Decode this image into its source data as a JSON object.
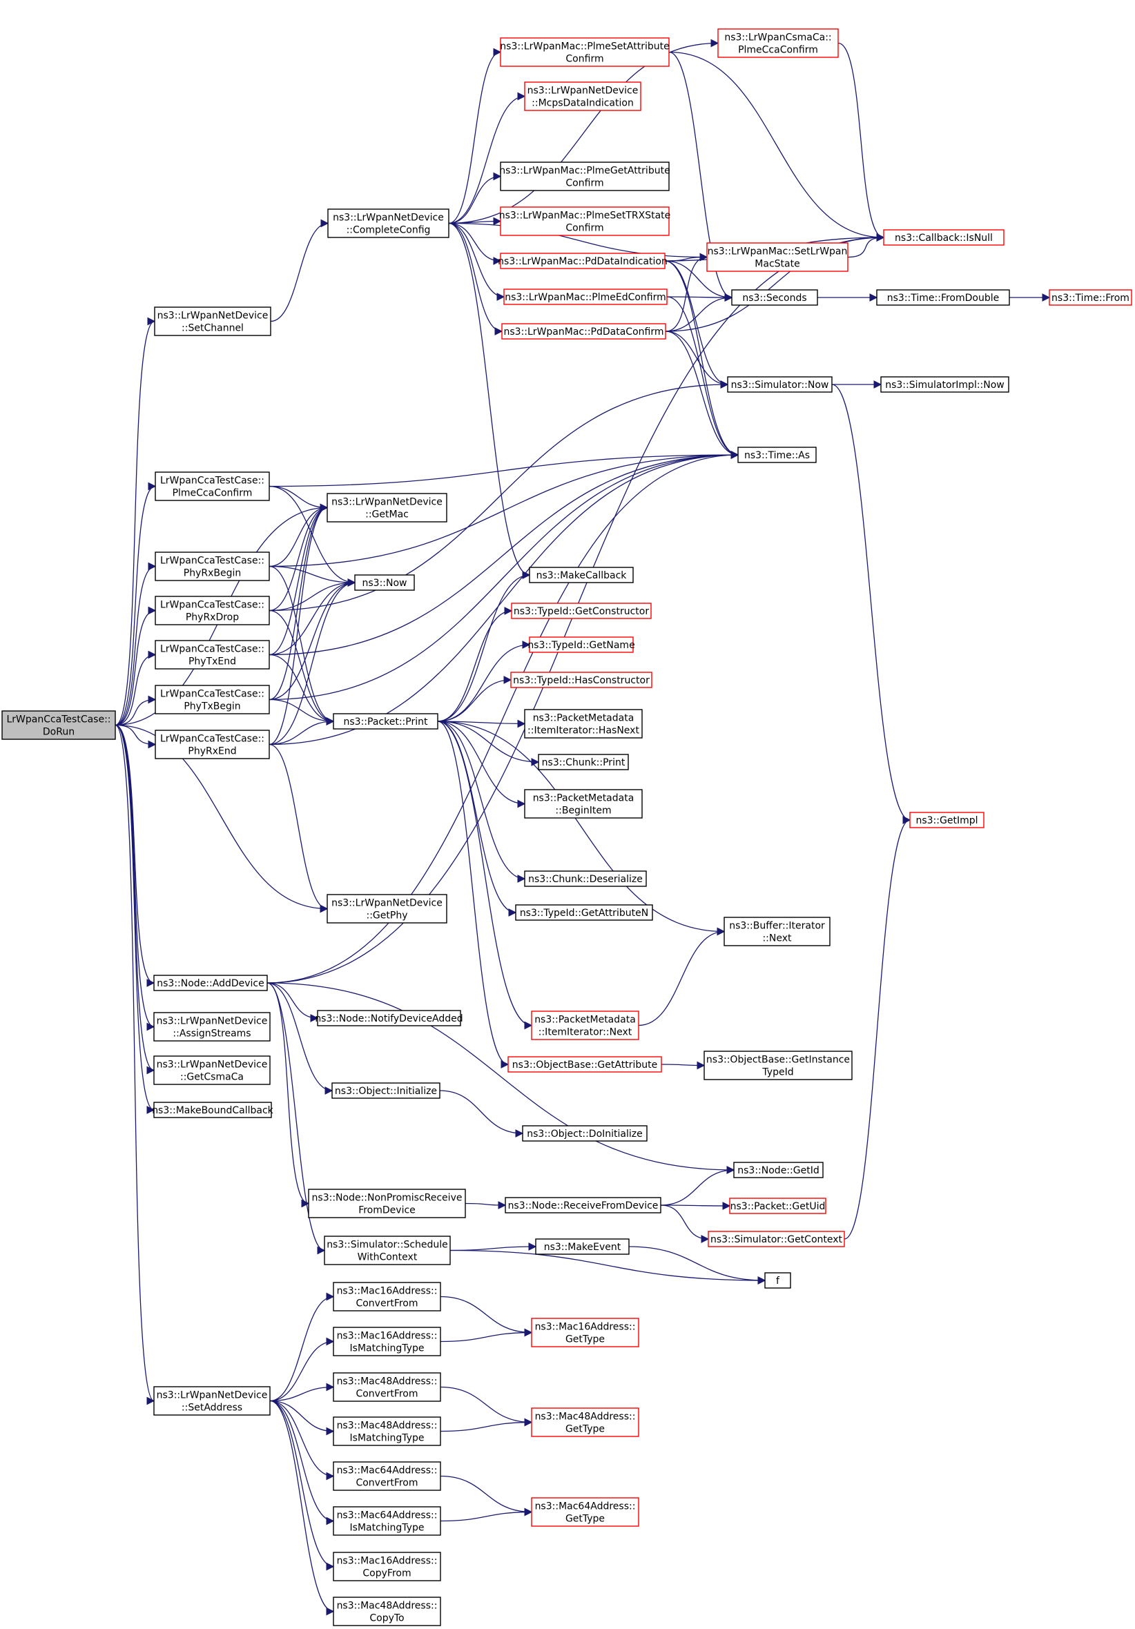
{
  "diagram": {
    "title": "",
    "colors": {
      "edge": "#191970",
      "box_normal": "#000000",
      "box_truncated": "#ff0000",
      "box_root_fill": "#bfbfbf",
      "box_fill": "#ffffff"
    },
    "nodes": [
      {
        "id": "root",
        "lines": [
          "LrWpanCcaTestCase::",
          "DoRun"
        ],
        "style": "root"
      },
      {
        "id": "setchannel",
        "lines": [
          "ns3::LrWpanNetDevice",
          "::SetChannel"
        ],
        "style": "normal"
      },
      {
        "id": "completeconfig",
        "lines": [
          "ns3::LrWpanNetDevice",
          "::CompleteConfig"
        ],
        "style": "normal"
      },
      {
        "id": "plmesetattr",
        "lines": [
          "ns3::LrWpanMac::PlmeSetAttribute",
          "Confirm"
        ],
        "style": "truncated"
      },
      {
        "id": "mcpsdataind",
        "lines": [
          "ns3::LrWpanNetDevice",
          "::McpsDataIndication"
        ],
        "style": "truncated"
      },
      {
        "id": "plmegetattr",
        "lines": [
          "ns3::LrWpanMac::PlmeGetAttribute",
          "Confirm"
        ],
        "style": "normal"
      },
      {
        "id": "plmesettrx",
        "lines": [
          "ns3::LrWpanMac::PlmeSetTRXState",
          "Confirm"
        ],
        "style": "truncated"
      },
      {
        "id": "pddataind",
        "lines": [
          "ns3::LrWpanMac::PdDataIndication"
        ],
        "style": "truncated"
      },
      {
        "id": "plmeed",
        "lines": [
          "ns3::LrWpanMac::PlmeEdConfirm"
        ],
        "style": "truncated"
      },
      {
        "id": "pddataconf",
        "lines": [
          "ns3::LrWpanMac::PdDataConfirm"
        ],
        "style": "truncated"
      },
      {
        "id": "csmaca",
        "lines": [
          "ns3::LrWpanCsmaCa::",
          "PlmeCcaConfirm"
        ],
        "style": "truncated"
      },
      {
        "id": "setlrwpan",
        "lines": [
          "ns3::LrWpanMac::SetLrWpan",
          "MacState"
        ],
        "style": "truncated"
      },
      {
        "id": "isnull",
        "lines": [
          "ns3::Callback::IsNull"
        ],
        "style": "truncated"
      },
      {
        "id": "seconds",
        "lines": [
          "ns3::Seconds"
        ],
        "style": "normal"
      },
      {
        "id": "fromdouble",
        "lines": [
          "ns3::Time::FromDouble"
        ],
        "style": "normal"
      },
      {
        "id": "timefrom",
        "lines": [
          "ns3::Time::From"
        ],
        "style": "truncated"
      },
      {
        "id": "simnow",
        "lines": [
          "ns3::Simulator::Now"
        ],
        "style": "normal"
      },
      {
        "id": "simimplnow",
        "lines": [
          "ns3::SimulatorImpl::Now"
        ],
        "style": "normal"
      },
      {
        "id": "timeas",
        "lines": [
          "ns3::Time::As"
        ],
        "style": "normal"
      },
      {
        "id": "getimpl",
        "lines": [
          "ns3::GetImpl"
        ],
        "style": "truncated"
      },
      {
        "id": "plmeccaconf",
        "lines": [
          "LrWpanCcaTestCase::",
          "PlmeCcaConfirm"
        ],
        "style": "normal"
      },
      {
        "id": "getmac",
        "lines": [
          "ns3::LrWpanNetDevice",
          "::GetMac"
        ],
        "style": "normal"
      },
      {
        "id": "phyrxbegin",
        "lines": [
          "LrWpanCcaTestCase::",
          "PhyRxBegin"
        ],
        "style": "normal"
      },
      {
        "id": "phyrxdrop",
        "lines": [
          "LrWpanCcaTestCase::",
          "PhyRxDrop"
        ],
        "style": "normal"
      },
      {
        "id": "phytxend",
        "lines": [
          "LrWpanCcaTestCase::",
          "PhyTxEnd"
        ],
        "style": "normal"
      },
      {
        "id": "phytxbegin",
        "lines": [
          "LrWpanCcaTestCase::",
          "PhyTxBegin"
        ],
        "style": "normal"
      },
      {
        "id": "phyrxend",
        "lines": [
          "LrWpanCcaTestCase::",
          "PhyRxEnd"
        ],
        "style": "normal"
      },
      {
        "id": "now",
        "lines": [
          "ns3::Now"
        ],
        "style": "normal"
      },
      {
        "id": "makecallback",
        "lines": [
          "ns3::MakeCallback"
        ],
        "style": "normal"
      },
      {
        "id": "getconstructor",
        "lines": [
          "ns3::TypeId::GetConstructor"
        ],
        "style": "truncated"
      },
      {
        "id": "getname",
        "lines": [
          "ns3::TypeId::GetName"
        ],
        "style": "truncated"
      },
      {
        "id": "hasconstructor",
        "lines": [
          "ns3::TypeId::HasConstructor"
        ],
        "style": "truncated"
      },
      {
        "id": "packetprint",
        "lines": [
          "ns3::Packet::Print"
        ],
        "style": "normal"
      },
      {
        "id": "itemhasnext",
        "lines": [
          "ns3::PacketMetadata",
          "::ItemIterator::HasNext"
        ],
        "style": "normal"
      },
      {
        "id": "chunkprint",
        "lines": [
          "ns3::Chunk::Print"
        ],
        "style": "normal"
      },
      {
        "id": "beginitem",
        "lines": [
          "ns3::PacketMetadata",
          "::BeginItem"
        ],
        "style": "normal"
      },
      {
        "id": "deserialize",
        "lines": [
          "ns3::Chunk::Deserialize"
        ],
        "style": "normal"
      },
      {
        "id": "getattributen",
        "lines": [
          "ns3::TypeId::GetAttributeN"
        ],
        "style": "normal"
      },
      {
        "id": "buffernext",
        "lines": [
          "ns3::Buffer::Iterator",
          "::Next"
        ],
        "style": "normal"
      },
      {
        "id": "itemnext",
        "lines": [
          "ns3::PacketMetadata",
          "::ItemIterator::Next"
        ],
        "style": "truncated"
      },
      {
        "id": "getattribute",
        "lines": [
          "ns3::ObjectBase::GetAttribute"
        ],
        "style": "truncated"
      },
      {
        "id": "getinstancetypeid",
        "lines": [
          "ns3::ObjectBase::GetInstance",
          "TypeId"
        ],
        "style": "normal"
      },
      {
        "id": "getphy",
        "lines": [
          "ns3::LrWpanNetDevice",
          "::GetPhy"
        ],
        "style": "normal"
      },
      {
        "id": "adddevice",
        "lines": [
          "ns3::Node::AddDevice"
        ],
        "style": "normal"
      },
      {
        "id": "notifydeviceadded",
        "lines": [
          "ns3::Node::NotifyDeviceAdded"
        ],
        "style": "normal"
      },
      {
        "id": "assignstreams",
        "lines": [
          "ns3::LrWpanNetDevice",
          "::AssignStreams"
        ],
        "style": "normal"
      },
      {
        "id": "getcsmaca",
        "lines": [
          "ns3::LrWpanNetDevice",
          "::GetCsmaCa"
        ],
        "style": "normal"
      },
      {
        "id": "makeboundcallback",
        "lines": [
          "ns3::MakeBoundCallback"
        ],
        "style": "normal"
      },
      {
        "id": "objinit",
        "lines": [
          "ns3::Object::Initialize"
        ],
        "style": "normal"
      },
      {
        "id": "doinit",
        "lines": [
          "ns3::Object::DoInitialize"
        ],
        "style": "normal"
      },
      {
        "id": "nodegetid",
        "lines": [
          "ns3::Node::GetId"
        ],
        "style": "normal"
      },
      {
        "id": "nonpromisc",
        "lines": [
          "ns3::Node::NonPromiscReceive",
          "FromDevice"
        ],
        "style": "normal"
      },
      {
        "id": "receivefromdevice",
        "lines": [
          "ns3::Node::ReceiveFromDevice"
        ],
        "style": "normal"
      },
      {
        "id": "packetgetuid",
        "lines": [
          "ns3::Packet::GetUid"
        ],
        "style": "truncated"
      },
      {
        "id": "simgetcontext",
        "lines": [
          "ns3::Simulator::GetContext"
        ],
        "style": "truncated"
      },
      {
        "id": "schedulewithcontext",
        "lines": [
          "ns3::Simulator::Schedule",
          "WithContext"
        ],
        "style": "normal"
      },
      {
        "id": "makeevent",
        "lines": [
          "ns3::MakeEvent"
        ],
        "style": "normal"
      },
      {
        "id": "f",
        "lines": [
          "f"
        ],
        "style": "normal"
      },
      {
        "id": "m16convert",
        "lines": [
          "ns3::Mac16Address::",
          "ConvertFrom"
        ],
        "style": "normal"
      },
      {
        "id": "m16ismatch",
        "lines": [
          "ns3::Mac16Address::",
          "IsMatchingType"
        ],
        "style": "normal"
      },
      {
        "id": "m16gettype",
        "lines": [
          "ns3::Mac16Address::",
          "GetType"
        ],
        "style": "truncated"
      },
      {
        "id": "m48convert",
        "lines": [
          "ns3::Mac48Address::",
          "ConvertFrom"
        ],
        "style": "normal"
      },
      {
        "id": "m48ismatch",
        "lines": [
          "ns3::Mac48Address::",
          "IsMatchingType"
        ],
        "style": "normal"
      },
      {
        "id": "m48gettype",
        "lines": [
          "ns3::Mac48Address::",
          "GetType"
        ],
        "style": "truncated"
      },
      {
        "id": "m64convert",
        "lines": [
          "ns3::Mac64Address::",
          "ConvertFrom"
        ],
        "style": "normal"
      },
      {
        "id": "m64ismatch",
        "lines": [
          "ns3::Mac64Address::",
          "IsMatchingType"
        ],
        "style": "normal"
      },
      {
        "id": "m64gettype",
        "lines": [
          "ns3::Mac64Address::",
          "GetType"
        ],
        "style": "truncated"
      },
      {
        "id": "setaddress",
        "lines": [
          "ns3::LrWpanNetDevice",
          "::SetAddress"
        ],
        "style": "normal"
      },
      {
        "id": "m16copyfrom",
        "lines": [
          "ns3::Mac16Address::",
          "CopyFrom"
        ],
        "style": "normal"
      },
      {
        "id": "m48copyto",
        "lines": [
          "ns3::Mac48Address::",
          "CopyTo"
        ],
        "style": "normal"
      }
    ],
    "edges": [
      [
        "root",
        "setchannel"
      ],
      [
        "root",
        "plmeccaconf"
      ],
      [
        "root",
        "getmac"
      ],
      [
        "root",
        "phyrxbegin"
      ],
      [
        "root",
        "phyrxdrop"
      ],
      [
        "root",
        "phytxend"
      ],
      [
        "root",
        "phytxbegin"
      ],
      [
        "root",
        "phyrxend"
      ],
      [
        "root",
        "getphy"
      ],
      [
        "root",
        "adddevice"
      ],
      [
        "root",
        "assignstreams"
      ],
      [
        "root",
        "getcsmaca"
      ],
      [
        "root",
        "makeboundcallback"
      ],
      [
        "root",
        "setaddress"
      ],
      [
        "setchannel",
        "completeconfig"
      ],
      [
        "completeconfig",
        "plmesetattr"
      ],
      [
        "completeconfig",
        "csmaca"
      ],
      [
        "completeconfig",
        "mcpsdataind"
      ],
      [
        "completeconfig",
        "setlrwpan"
      ],
      [
        "completeconfig",
        "plmegetattr"
      ],
      [
        "completeconfig",
        "plmesettrx"
      ],
      [
        "completeconfig",
        "pddataind"
      ],
      [
        "completeconfig",
        "plmeed"
      ],
      [
        "completeconfig",
        "pddataconf"
      ],
      [
        "completeconfig",
        "makecallback"
      ],
      [
        "plmesetattr",
        "isnull"
      ],
      [
        "plmesetattr",
        "seconds"
      ],
      [
        "csmaca",
        "isnull"
      ],
      [
        "pddataind",
        "setlrwpan"
      ],
      [
        "pddataind",
        "isnull"
      ],
      [
        "pddataind",
        "seconds"
      ],
      [
        "pddataind",
        "simnow"
      ],
      [
        "pddataind",
        "timeas"
      ],
      [
        "plmeed",
        "seconds"
      ],
      [
        "plmeed",
        "timeas"
      ],
      [
        "pddataconf",
        "setlrwpan"
      ],
      [
        "pddataconf",
        "seconds"
      ],
      [
        "pddataconf",
        "isnull"
      ],
      [
        "pddataconf",
        "simnow"
      ],
      [
        "pddataconf",
        "timeas"
      ],
      [
        "setlrwpan",
        "isnull"
      ],
      [
        "seconds",
        "fromdouble"
      ],
      [
        "fromdouble",
        "timefrom"
      ],
      [
        "simnow",
        "simimplnow"
      ],
      [
        "simnow",
        "getimpl"
      ],
      [
        "plmeccaconf",
        "timeas"
      ],
      [
        "plmeccaconf",
        "getmac"
      ],
      [
        "plmeccaconf",
        "now"
      ],
      [
        "phyrxbegin",
        "getmac"
      ],
      [
        "phyrxbegin",
        "now"
      ],
      [
        "phyrxbegin",
        "timeas"
      ],
      [
        "phyrxbegin",
        "packetprint"
      ],
      [
        "phyrxdrop",
        "getmac"
      ],
      [
        "phyrxdrop",
        "now"
      ],
      [
        "phyrxdrop",
        "simnow"
      ],
      [
        "phyrxdrop",
        "packetprint"
      ],
      [
        "phytxend",
        "getmac"
      ],
      [
        "phytxend",
        "now"
      ],
      [
        "phytxend",
        "timeas"
      ],
      [
        "phytxend",
        "packetprint"
      ],
      [
        "phytxbegin",
        "getmac"
      ],
      [
        "phytxbegin",
        "now"
      ],
      [
        "phytxbegin",
        "packetprint"
      ],
      [
        "phytxbegin",
        "timeas"
      ],
      [
        "phyrxend",
        "getmac"
      ],
      [
        "phyrxend",
        "now"
      ],
      [
        "phyrxend",
        "packetprint"
      ],
      [
        "phyrxend",
        "getphy"
      ],
      [
        "phyrxend",
        "timeas"
      ],
      [
        "packetprint",
        "makecallback"
      ],
      [
        "packetprint",
        "getconstructor"
      ],
      [
        "packetprint",
        "getname"
      ],
      [
        "packetprint",
        "hasconstructor"
      ],
      [
        "packetprint",
        "itemhasnext"
      ],
      [
        "packetprint",
        "chunkprint"
      ],
      [
        "packetprint",
        "beginitem"
      ],
      [
        "packetprint",
        "deserialize"
      ],
      [
        "packetprint",
        "getattributen"
      ],
      [
        "packetprint",
        "buffernext"
      ],
      [
        "packetprint",
        "itemnext"
      ],
      [
        "packetprint",
        "getattribute"
      ],
      [
        "itemnext",
        "buffernext"
      ],
      [
        "getattribute",
        "getinstancetypeid"
      ],
      [
        "adddevice",
        "isnull"
      ],
      [
        "adddevice",
        "timeas"
      ],
      [
        "adddevice",
        "notifydeviceadded"
      ],
      [
        "adddevice",
        "objinit"
      ],
      [
        "adddevice",
        "nodegetid"
      ],
      [
        "adddevice",
        "nonpromisc"
      ],
      [
        "adddevice",
        "schedulewithcontext"
      ],
      [
        "objinit",
        "doinit"
      ],
      [
        "nonpromisc",
        "receivefromdevice"
      ],
      [
        "receivefromdevice",
        "nodegetid"
      ],
      [
        "receivefromdevice",
        "packetgetuid"
      ],
      [
        "receivefromdevice",
        "simgetcontext"
      ],
      [
        "simgetcontext",
        "getimpl"
      ],
      [
        "schedulewithcontext",
        "makeevent"
      ],
      [
        "schedulewithcontext",
        "f"
      ],
      [
        "makeevent",
        "f"
      ],
      [
        "setaddress",
        "m16convert"
      ],
      [
        "setaddress",
        "m16ismatch"
      ],
      [
        "setaddress",
        "m48convert"
      ],
      [
        "setaddress",
        "m48ismatch"
      ],
      [
        "setaddress",
        "m64convert"
      ],
      [
        "setaddress",
        "m64ismatch"
      ],
      [
        "setaddress",
        "m16copyfrom"
      ],
      [
        "setaddress",
        "m48copyto"
      ],
      [
        "m16convert",
        "m16gettype"
      ],
      [
        "m16ismatch",
        "m16gettype"
      ],
      [
        "m48convert",
        "m48gettype"
      ],
      [
        "m48ismatch",
        "m48gettype"
      ],
      [
        "m64convert",
        "m64gettype"
      ],
      [
        "m64ismatch",
        "m64gettype"
      ]
    ]
  }
}
